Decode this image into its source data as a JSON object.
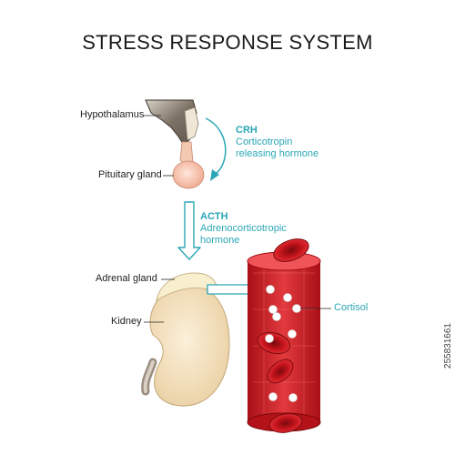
{
  "title": "STRESS RESPONSE SYSTEM",
  "labels": {
    "hypothalamus": "Hypothalamus",
    "pituitary": "Pituitary gland",
    "adrenal": "Adrenal gland",
    "kidney": "Kidney",
    "cortisol": "Cortisol"
  },
  "hormones": {
    "crh_abbr": "CRH",
    "crh_line1": "Corticotropin",
    "crh_line2": "releasing hormone",
    "acth_abbr": "ACTH",
    "acth_line1": "Adrenocorticotropic",
    "acth_line2": "hormone"
  },
  "stock_id": "255831661",
  "colors": {
    "accent": "#2aa6b5",
    "blood_vessel": "#d9262c",
    "red_cell": "#c8161d",
    "kidney": "#f3e0bb",
    "adrenal": "#f7efcd",
    "pituitary": "#f6c3b0",
    "hypothalamus": "#8a7f70"
  },
  "icons": [
    "hypothalamus-illustration",
    "pituitary-gland-illustration",
    "adrenal-gland-illustration",
    "kidney-illustration",
    "blood-vessel-illustration",
    "red-blood-cell-icon",
    "cortisol-molecule-icon"
  ]
}
